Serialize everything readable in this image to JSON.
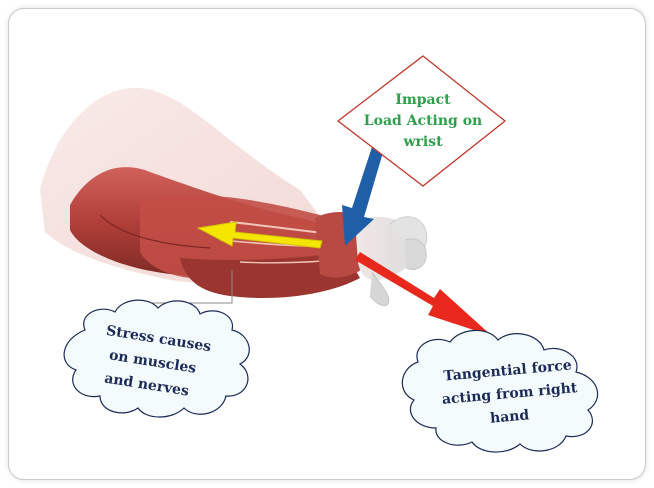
{
  "labels": {
    "impact": [
      "Impact",
      "Load Acting on",
      "wrist"
    ],
    "stress": [
      "Stress causes",
      "on muscles",
      "and nerves"
    ],
    "tangential": [
      "Tangential force",
      "acting from right",
      "hand"
    ]
  },
  "colors": {
    "impact_text": "#2e9f4a",
    "cloud_text": "#1b2a57",
    "diamond_border": "#c0392b",
    "arrow_blue": "#1f5fa8",
    "arrow_yellow": "#f4e600",
    "arrow_red": "#e8281c",
    "muscle": "#b5453f"
  },
  "icons": [
    "forearm-illustration",
    "diamond-callout",
    "cloud-callout"
  ]
}
